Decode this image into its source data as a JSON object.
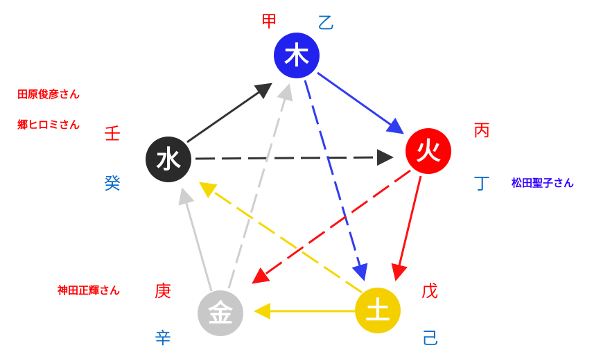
{
  "elements": {
    "wood": {
      "label": "木",
      "color": "#2222ee"
    },
    "fire": {
      "label": "火",
      "color": "#ff0000"
    },
    "earth": {
      "label": "土",
      "color": "#f5d000"
    },
    "metal": {
      "label": "金",
      "color": "#c8c8c8"
    },
    "water": {
      "label": "水",
      "color": "#2a2a2a"
    }
  },
  "stems": {
    "wood_yang": "甲",
    "wood_yin": "乙",
    "fire_yang": "丙",
    "fire_yin": "丁",
    "earth_yang": "戊",
    "earth_yin": "己",
    "metal_yang": "庚",
    "metal_yin": "辛",
    "water_yang": "壬",
    "water_yin": "癸"
  },
  "people": {
    "water_1": "田原俊彦さん",
    "water_2": "郷ヒロミさん",
    "fire_1": "松田聖子さん",
    "metal_1": "神田正輝さん"
  },
  "colors": {
    "yang_stem": "#ff0000",
    "yin_stem": "#0a6cc8",
    "name_red": "#ff0000",
    "name_blue": "#3300ff"
  }
}
